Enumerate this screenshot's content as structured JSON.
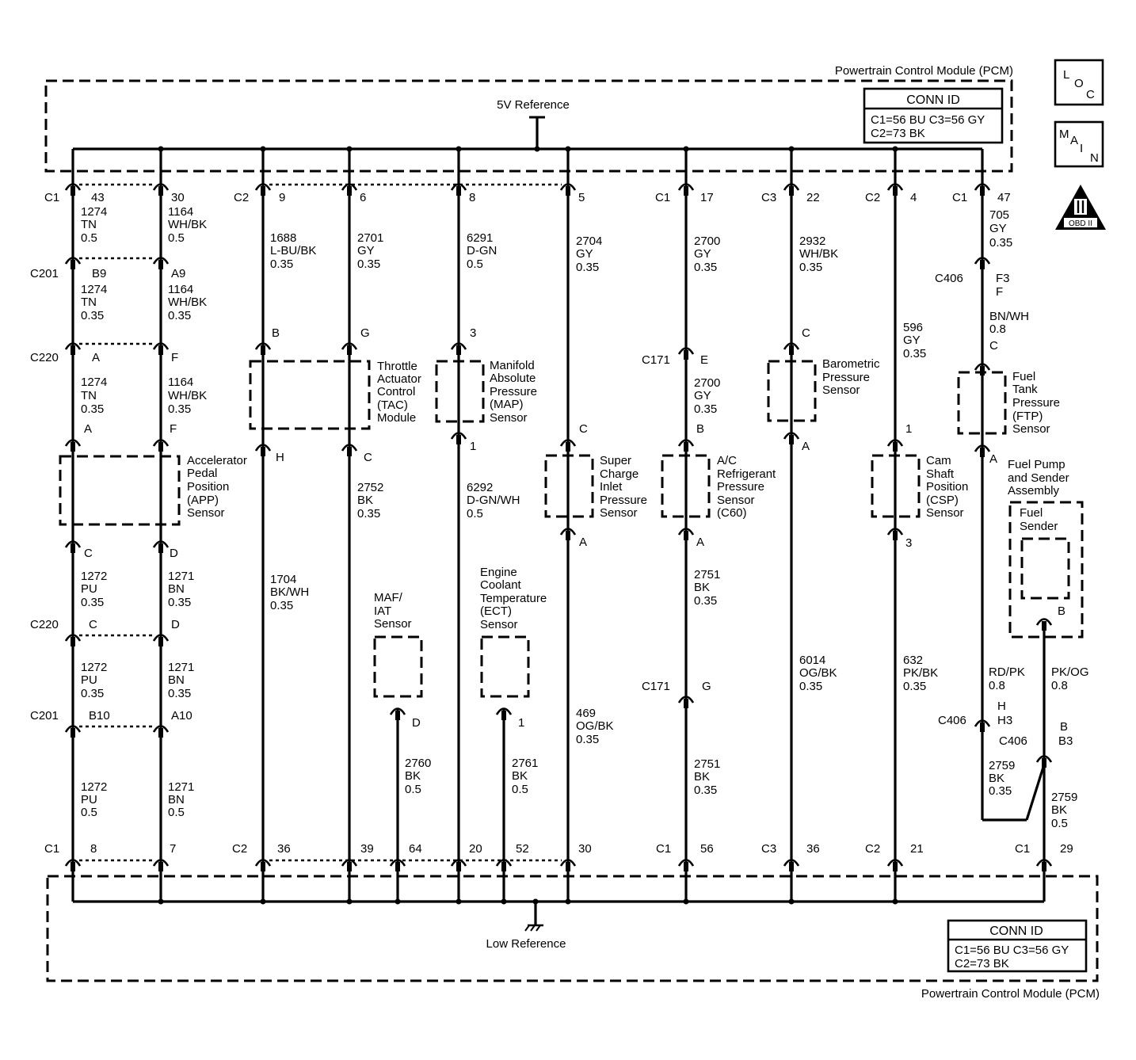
{
  "pcm": {
    "title_top": "Powertrain Control Module (PCM)",
    "title_bottom": "Powertrain Control Module (PCM)",
    "ref_5v": "5V Reference",
    "low_ref": "Low Reference",
    "conn_id": {
      "heading": "CONN ID",
      "line1": "C1=56 BU  C3=56 GY",
      "line2": "C2=73 BK"
    }
  },
  "badges": {
    "loc": [
      "L",
      "O",
      "C"
    ],
    "main": [
      "M",
      "A",
      "I",
      "N"
    ],
    "obd": "OBD II"
  },
  "app": {
    "top_conn": "C1",
    "wire1": {
      "pcm_pin": "43",
      "seg1": [
        "1274",
        "TN",
        "0.5"
      ],
      "c201_pin": "B9",
      "seg2": [
        "1274",
        "TN",
        "0.35"
      ],
      "c220_pin": "A",
      "seg3": [
        "1274",
        "TN",
        "0.35"
      ],
      "sensor_pin_top": "A",
      "sensor_pin_bot": "C",
      "seg4": [
        "1272",
        "PU",
        "0.35"
      ],
      "c220b_pin": "C",
      "seg5": [
        "1272",
        "PU",
        "0.35"
      ],
      "c201b_pin": "B10",
      "seg6": [
        "1272",
        "PU",
        "0.5"
      ],
      "bottom_pin": "8"
    },
    "wire2": {
      "pcm_pin": "30",
      "seg1": [
        "1164",
        "WH/BK",
        "0.5"
      ],
      "c201_pin": "A9",
      "seg2": [
        "1164",
        "WH/BK",
        "0.35"
      ],
      "c220_pin": "F",
      "seg3": [
        "1164",
        "WH/BK",
        "0.35"
      ],
      "sensor_pin_top": "F",
      "sensor_pin_bot": "D",
      "seg4": [
        "1271",
        "BN",
        "0.35"
      ],
      "c220b_pin": "D",
      "seg5": [
        "1271",
        "BN",
        "0.35"
      ],
      "c201b_pin": "A10",
      "seg6": [
        "1271",
        "BN",
        "0.5"
      ],
      "bottom_pin": "7"
    },
    "c201": "C201",
    "c220": "C220",
    "c220b": "C220",
    "c201b": "C201",
    "sensor": [
      "Accelerator",
      "Pedal",
      "Position",
      "(APP)",
      "Sensor"
    ],
    "bottom_conn": "C1"
  },
  "tac": {
    "top_conn": "C2",
    "wire1": {
      "pcm_pin": "9",
      "seg1": [
        "1688",
        "L-BU/BK",
        "0.35"
      ],
      "pin_top": "B",
      "pin_bot": "H",
      "seg2": [
        "1704",
        "BK/WH",
        "0.35"
      ],
      "bottom_pin": "36"
    },
    "wire2": {
      "pcm_pin": "6",
      "seg1": [
        "2701",
        "GY",
        "0.35"
      ],
      "pin_top": "G",
      "pin_bot": "C",
      "seg2": [
        "2752",
        "BK",
        "0.35"
      ],
      "bottom_pin": "39"
    },
    "module": [
      "Throttle",
      "Actuator",
      "Control",
      "(TAC)",
      "Module"
    ],
    "bottom_conn": "C2"
  },
  "maf": {
    "sensor": [
      "MAF/",
      "IAT",
      "Sensor"
    ],
    "pin": "D",
    "seg": [
      "2760",
      "BK",
      "0.5"
    ],
    "bottom_pin": "64"
  },
  "map": {
    "pcm_pin": "8",
    "seg1": [
      "6291",
      "D-GN",
      "0.5"
    ],
    "pin_top": "3",
    "pin_bot": "1",
    "seg2": [
      "6292",
      "D-GN/WH",
      "0.5"
    ],
    "bottom_pin": "20",
    "sensor": [
      "Manifold",
      "Absolute",
      "Pressure",
      "(MAP)",
      "Sensor"
    ]
  },
  "ect": {
    "sensor": [
      "Engine",
      "Coolant",
      "Temperature",
      "(ECT)",
      "Sensor"
    ],
    "pin": "1",
    "seg": [
      "2761",
      "BK",
      "0.5"
    ],
    "bottom_pin": "52"
  },
  "scip": {
    "pcm_pin": "5",
    "seg1": [
      "2704",
      "GY",
      "0.35"
    ],
    "pin_top": "C",
    "pin_bot": "A",
    "seg2": [
      "469",
      "OG/BK",
      "0.35"
    ],
    "bottom_pin": "30",
    "sensor": [
      "Super",
      "Charge",
      "Inlet",
      "Pressure",
      "Sensor"
    ]
  },
  "ac": {
    "top_conn": "C1",
    "pcm_pin": "17",
    "seg1": [
      "2700",
      "GY",
      "0.35"
    ],
    "c171": "C171",
    "c171_pin": "E",
    "seg2": [
      "2700",
      "GY",
      "0.35"
    ],
    "pin_top": "B",
    "pin_bot": "A",
    "seg3": [
      "2751",
      "BK",
      "0.35"
    ],
    "c171b": "C171",
    "c171b_pin": "G",
    "seg4": [
      "2751",
      "BK",
      "0.35"
    ],
    "bottom_conn": "C1",
    "bottom_pin": "56",
    "sensor": [
      "A/C",
      "Refrigerant",
      "Pressure",
      "Sensor",
      "(C60)"
    ]
  },
  "baro": {
    "top_conn": "C3",
    "pcm_pin": "22",
    "seg1": [
      "2932",
      "WH/BK",
      "0.35"
    ],
    "pin_top": "C",
    "pin_bot": "A",
    "seg2": [
      "6014",
      "OG/BK",
      "0.35"
    ],
    "bottom_conn": "C3",
    "bottom_pin": "36",
    "sensor": [
      "Barometric",
      "Pressure",
      "Sensor"
    ]
  },
  "csp": {
    "top_conn": "C2",
    "pcm_pin": "4",
    "seg1": [
      "596",
      "GY",
      "0.35"
    ],
    "pin_top": "1",
    "pin_bot": "3",
    "seg2": [
      "632",
      "PK/BK",
      "0.35"
    ],
    "bottom_conn": "C2",
    "bottom_pin": "21",
    "sensor": [
      "Cam",
      "Shaft",
      "Position",
      "(CSP)",
      "Sensor"
    ]
  },
  "ftp": {
    "top_conn": "C1",
    "pcm_pin": "47",
    "seg1": [
      "705",
      "GY",
      "0.35"
    ],
    "c406": "C406",
    "c406_pin": [
      "F3",
      "F"
    ],
    "seg2": [
      "BN/WH",
      "0.8"
    ],
    "pin_top": "C",
    "pin_bot": "A",
    "sensor": [
      "Fuel",
      "Tank",
      "Pressure",
      "(FTP)",
      "Sensor"
    ],
    "seg3": [
      "RD/PK",
      "0.8"
    ],
    "c406b": "C406",
    "c406b_pin": [
      "H",
      "H3"
    ],
    "seg4": [
      "2759",
      "BK",
      "0.35"
    ]
  },
  "fuelpump": {
    "assembly": [
      "Fuel Pump",
      "and Sender",
      "Assembly"
    ],
    "sender": [
      "Fuel",
      "Sender"
    ],
    "pin": "B",
    "seg1": [
      "PK/OG",
      "0.8"
    ],
    "c406": "C406",
    "c406_pin": [
      "B",
      "B3"
    ],
    "seg2": [
      "2759",
      "BK",
      "0.5"
    ],
    "bottom_conn": "C1",
    "bottom_pin": "29"
  }
}
